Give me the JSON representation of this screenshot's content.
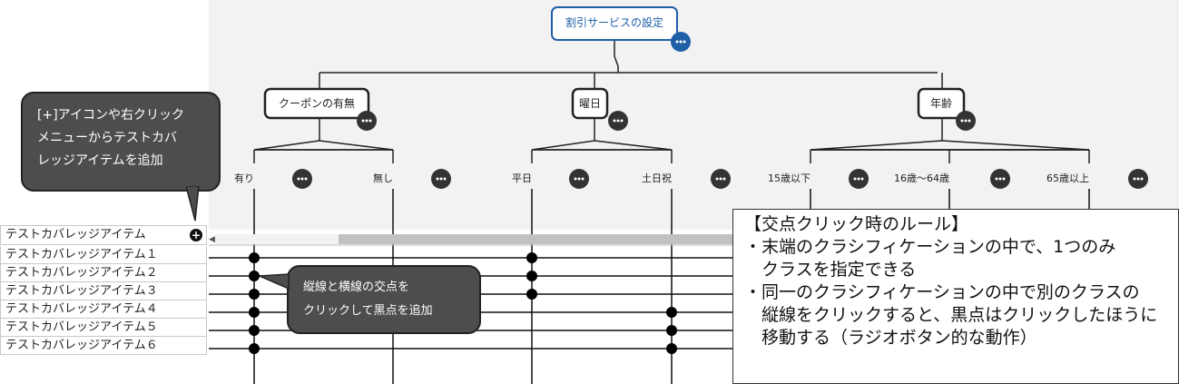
{
  "root": {
    "label": "割引サービスの設定"
  },
  "classifications": [
    {
      "label": "クーポンの有無",
      "classes": [
        "有り",
        "無し"
      ]
    },
    {
      "label": "曜日",
      "classes": [
        "平日",
        "土日祝"
      ]
    },
    {
      "label": "年齢",
      "classes": [
        "15歳以下",
        "16歳〜64歳",
        "65歳以上"
      ]
    }
  ],
  "menu_icon": "ellipsis-icon",
  "grid": {
    "header": "テストカバレッジアイテム",
    "add_icon": "plus-circle-icon",
    "rows": [
      "テストカバレッジアイテム１",
      "テストカバレッジアイテム２",
      "テストカバレッジアイテム３",
      "テストカバレッジアイテム４",
      "テストカバレッジアイテム５",
      "テストカバレッジアイテム６"
    ],
    "marks": [
      {
        "row": 0,
        "col": 0
      },
      {
        "row": 0,
        "col": 2
      },
      {
        "row": 1,
        "col": 0
      },
      {
        "row": 1,
        "col": 2
      },
      {
        "row": 2,
        "col": 0
      },
      {
        "row": 2,
        "col": 2
      },
      {
        "row": 3,
        "col": 0
      },
      {
        "row": 3,
        "col": 3
      },
      {
        "row": 4,
        "col": 0
      },
      {
        "row": 4,
        "col": 3
      },
      {
        "row": 5,
        "col": 0
      },
      {
        "row": 5,
        "col": 3
      }
    ]
  },
  "callouts": {
    "add_item": [
      "[+]アイコンや右クリック",
      "メニューからテストカバ",
      "レッジアイテムを追加"
    ],
    "intersection": [
      "縦線と横線の交点を",
      "クリックして黒点を追加"
    ]
  },
  "rules": {
    "title": "【交点クリック時のルール】",
    "lines": [
      "・末端のクラシフィケーションの中で、1つのみ",
      "　クラスを指定できる",
      "・同一のクラシフィケーションの中で別のクラスの",
      "　縦線をクリックすると、黒点はクリックしたほうに",
      "　移動する（ラジオボタン的な動作）"
    ]
  },
  "colors": {
    "root_border": "#1f5fa8",
    "menu_root": "#1f5fa8",
    "menu": "#333333",
    "mark": "#000000"
  }
}
